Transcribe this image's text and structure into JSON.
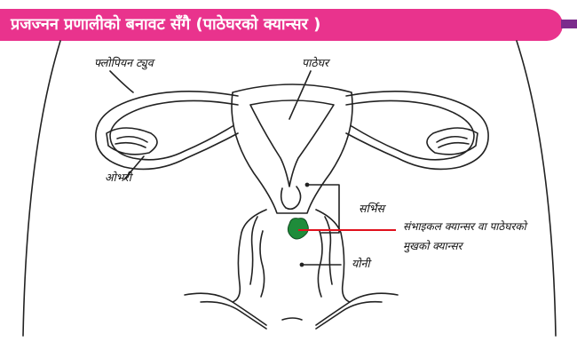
{
  "title": "प्रजज्नन प्रणालीको बनावट सँगै (पाठेघरको क्यान्सर )",
  "labels": {
    "fallopian_tube": "फ्लोपियन ट्युव",
    "uterus": "पाठेघर",
    "ovary": "ओभरी",
    "cervix": "सर्भिस",
    "cancer_line1": "संभाइकल क्यान्सर  वा पाठेघरको",
    "cancer_line2": "मुखको क्यान्सर",
    "vagina": "योनी"
  },
  "colors": {
    "title_bar": "#e9338d",
    "accent_bar": "#7b2c8c",
    "pointer_line": "#e0101c",
    "tumor": "#1e8c3a"
  }
}
